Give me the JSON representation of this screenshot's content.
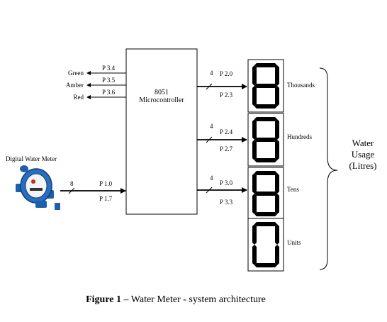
{
  "microcontroller": {
    "line1": "8051",
    "line2": "Microcontroller"
  },
  "leds": [
    {
      "label": "Green",
      "port": "P 3.4"
    },
    {
      "label": "Amber",
      "port": "P 3.5"
    },
    {
      "label": "Red",
      "port": "P 3.6"
    }
  ],
  "meter": {
    "label": "Digital Water Meter",
    "bus_width": "8",
    "port_start": "P 1.0",
    "port_end": "P 1.7"
  },
  "displays": [
    {
      "label": "Thousands",
      "bus_width": "4",
      "port_start": "P 2.0",
      "port_end": "P 2.3",
      "digit": "8"
    },
    {
      "label": "Hundreds",
      "bus_width": "4",
      "port_start": "P 2.4",
      "port_end": "P 2.7",
      "digit": "8"
    },
    {
      "label": "Tens",
      "bus_width": "4",
      "port_start": "P 3.0",
      "port_end": "P 3.3",
      "digit": "8"
    },
    {
      "label": "Units",
      "digit": "0"
    }
  ],
  "usage": {
    "line1": "Water",
    "line2": "Usage",
    "line3": "(Litres)"
  },
  "caption": {
    "bold": "Figure 1",
    "rest": " – Water Meter - system architecture"
  }
}
